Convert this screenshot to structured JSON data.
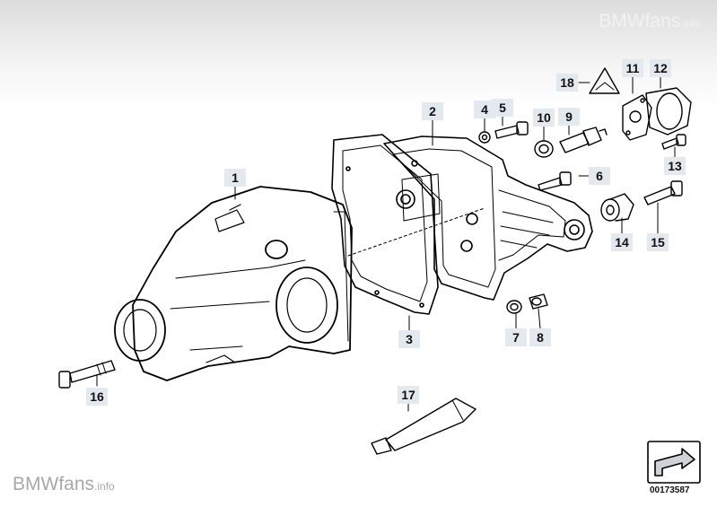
{
  "watermark": {
    "brand": "BMWfans",
    "tld": ".info"
  },
  "diagram": {
    "reference_number": "00173587",
    "callouts": [
      {
        "label": "1"
      },
      {
        "label": "2"
      },
      {
        "label": "3"
      },
      {
        "label": "4"
      },
      {
        "label": "5"
      },
      {
        "label": "6"
      },
      {
        "label": "7"
      },
      {
        "label": "8"
      },
      {
        "label": "9"
      },
      {
        "label": "10"
      },
      {
        "label": "11"
      },
      {
        "label": "12"
      },
      {
        "label": "13"
      },
      {
        "label": "14"
      },
      {
        "label": "15"
      },
      {
        "label": "16"
      },
      {
        "label": "17"
      },
      {
        "label": "18"
      }
    ]
  }
}
